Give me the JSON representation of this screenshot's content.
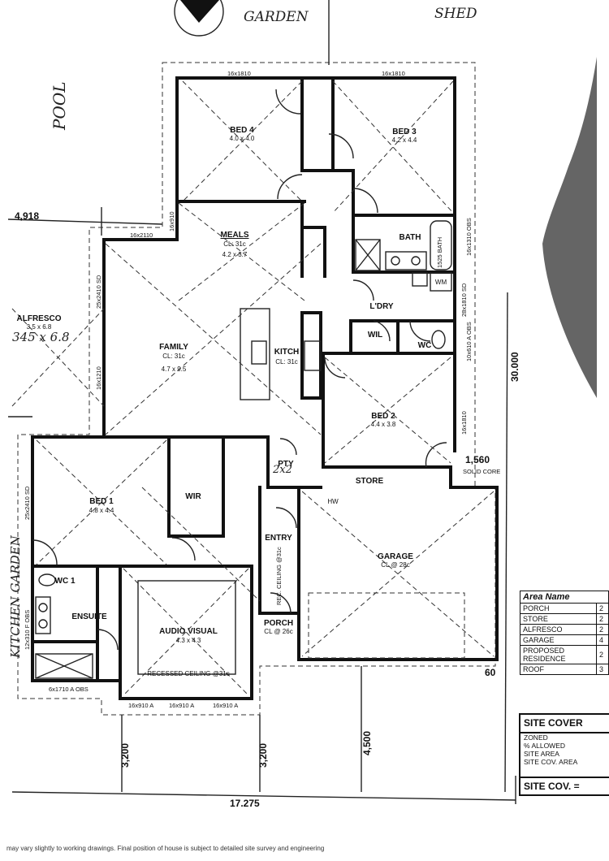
{
  "handwritten": {
    "garden": "GARDEN",
    "shed": "SHED",
    "pool": "POOL",
    "alfresco_size": "345 x 6.8",
    "kitchen_garden": "KITCHEN GARDEN",
    "pty_size": "2x2"
  },
  "rooms": {
    "bed4": {
      "name": "BED 4",
      "size": "4.0 x 4.0"
    },
    "bed3": {
      "name": "BED 3",
      "size": "4.2 x 4.4"
    },
    "meals": {
      "name": "MEALS",
      "cl": "CL: 31c",
      "size": "4.2 x 3.7"
    },
    "bath": {
      "name": "BATH",
      "bath_dim": "1525 BATH"
    },
    "wm": "WM",
    "ldry": "L'DRY",
    "wil": "WIL",
    "wc": "WC",
    "alfresco": {
      "name": "ALFRESCO",
      "size": "3.5 x 6.8"
    },
    "family": {
      "name": "FAMILY",
      "cl": "CL: 31c",
      "size": "4.7 x 9.5"
    },
    "kitch": {
      "name": "KITCH",
      "cl": "CL: 31c"
    },
    "bed2": {
      "name": "BED 2",
      "size": "4.4 x 3.8"
    },
    "pty": "PTY",
    "store": "STORE",
    "hw": "HW",
    "bed1": {
      "name": "BED 1",
      "size": "4.8 x 4.4"
    },
    "wir": "WIR",
    "entry": "ENTRY",
    "garage": {
      "name": "GARAGE",
      "cl": "CL @ 28c"
    },
    "rec_ceiling": "REC. CEILING @31c",
    "wc1": "WC 1",
    "ensuite": "ENSUITE",
    "audio_visual": {
      "name": "AUDIO VISUAL",
      "size": "4.3 x 4.3",
      "ceiling": "RECESSED CEILING @31c"
    },
    "porch": {
      "name": "PORCH",
      "cl": "CL @ 26c"
    }
  },
  "dimensions": {
    "top_win_1": "16x1810",
    "top_win_2": "16x1810",
    "win_16x910": "16x910",
    "win_16x2110": "16x2110",
    "sd_left_top": "25x2410 SD",
    "win_16x1210": "16x1210",
    "sd_left_bottom": "25x2410 SD",
    "ensuite_win": "12x310 F OBS",
    "bottom_obs": "6x1710 A OBS",
    "bottom_win_1": "16x910 A",
    "bottom_win_2": "16x910 A",
    "bottom_win_3": "16x910 A",
    "right_obs_1": "16x1310 OBS",
    "right_sd": "28x1810 SD",
    "right_obs_2": "10x610 A OBS",
    "right_win": "16x1810",
    "solid_core": "SOLID CORE",
    "d_4918": "4,918",
    "d_30000": "30.000",
    "d_1560": "1,560",
    "d_3200_left": "3,200",
    "d_3200_right": "3,200",
    "d_4500": "4,500",
    "d_17275": "17.275",
    "d_60": "60"
  },
  "area_table": {
    "header": "Area Name",
    "rows": [
      "PORCH",
      "STORE",
      "ALFRESCO",
      "GARAGE",
      "PROPOSED RESIDENCE",
      "ROOF"
    ],
    "values": [
      "2",
      "2",
      "2",
      "4",
      "2",
      "3"
    ]
  },
  "site_cover": {
    "title": "SITE COVER",
    "lines": [
      "ZONED",
      "% ALLOWED",
      "SITE AREA",
      "SITE COV. AREA"
    ],
    "footer": "SITE COV. ="
  },
  "footer_note": "may vary slightly to working drawings. Final position of house is subject to detailed site survey and engineering"
}
